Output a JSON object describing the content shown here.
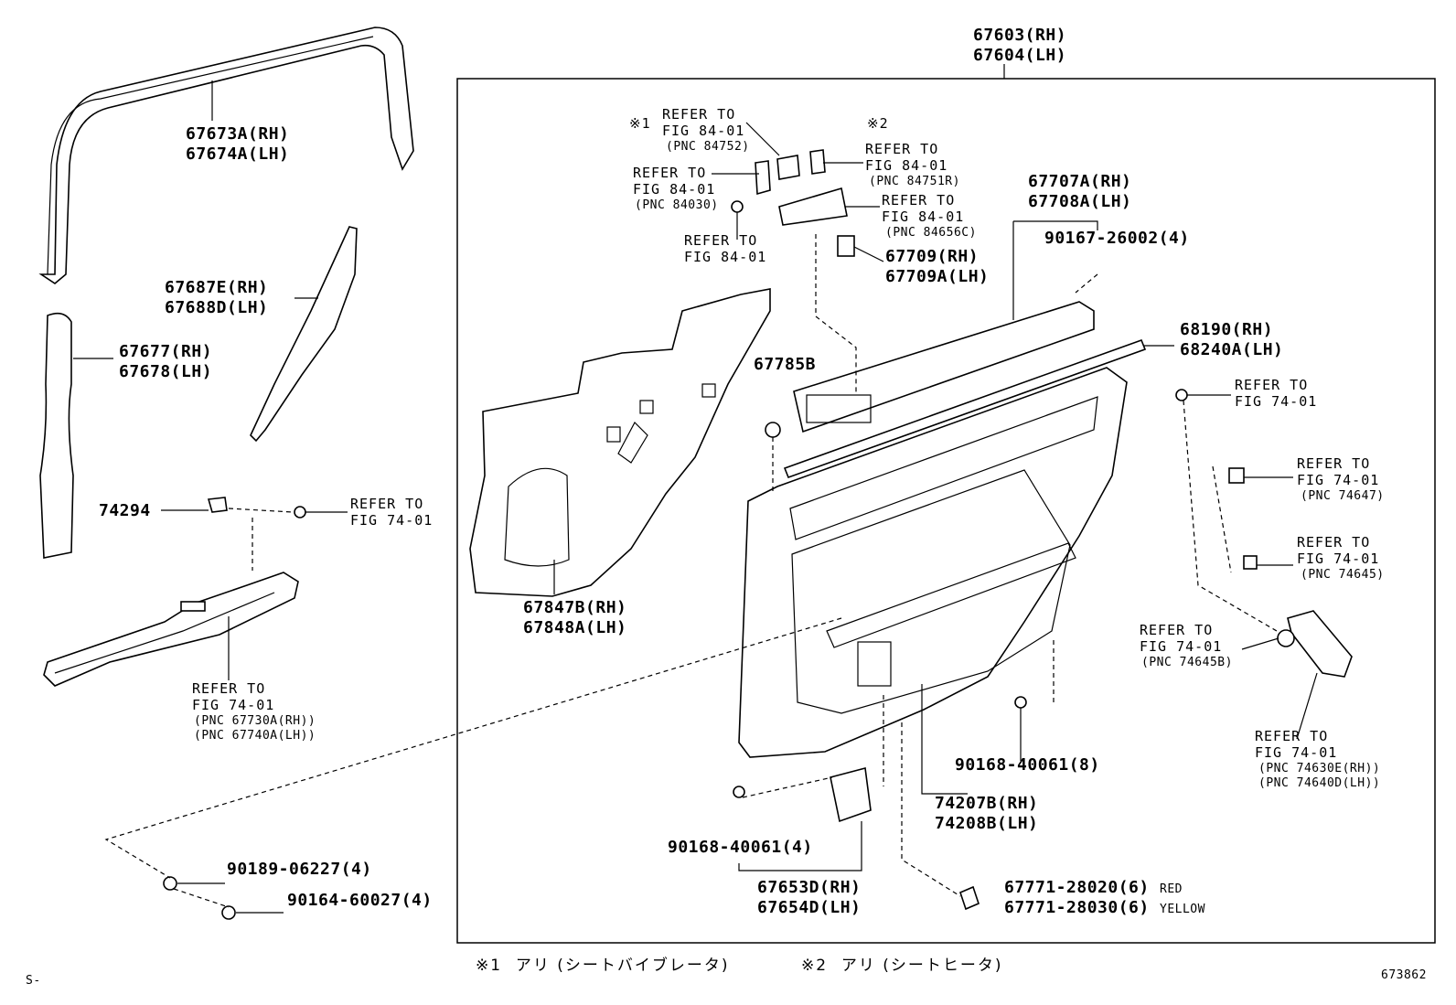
{
  "header": {
    "rh": "67603(RH)",
    "lh": "67604(LH)"
  },
  "parts": {
    "weatherstrip_rh": "67673A(RH)",
    "weatherstrip_lh": "67674A(LH)",
    "garnish_rh": "67687E(RH)",
    "garnish_lh": "67688D(LH)",
    "weatherstrip2_rh": "67677(RH)",
    "weatherstrip2_lh": "67678(LH)",
    "p74294": "74294",
    "cover_rh": "67847B(RH)",
    "cover_lh": "67848A(LH)",
    "p67785b": "67785B",
    "upper_rh": "67707A(RH)",
    "upper_lh": "67708A(LH)",
    "screw_26002": "90167-26002(4)",
    "switch_rh": "67709(RH)",
    "switch_lh": "67709A(LH)",
    "belt_rh": "68190(RH)",
    "belt_lh": "68240A(LH)",
    "clip_40061_8": "90168-40061(8)",
    "pocket_rh": "74207B(RH)",
    "pocket_lh": "74208B(LH)",
    "clip_40061_4": "90168-40061(4)",
    "lamp_rh": "67653D(RH)",
    "lamp_lh": "67654D(LH)",
    "clip_28020": "67771-28020(6)",
    "clip_28020_color": "RED",
    "clip_28030": "67771-28030(6)",
    "clip_28030_color": "YELLOW",
    "screw_06227": "90189-06227(4)",
    "screw_60027": "90164-60027(4)"
  },
  "refs": {
    "r1": {
      "mark": "※1",
      "l1": "REFER TO",
      "l2": "FIG 84-01",
      "l3": "(PNC 84752)"
    },
    "r2": {
      "mark": "※2",
      "l1": "REFER TO",
      "l2": "FIG 84-01",
      "l3": "(PNC 84751R)"
    },
    "r3": {
      "l1": "REFER TO",
      "l2": "FIG 84-01",
      "l3": "(PNC 84030)"
    },
    "r4": {
      "l1": "REFER TO",
      "l2": "FIG 84-01",
      "l3": "(PNC 84656C)"
    },
    "r5": {
      "l1": "REFER TO",
      "l2": "FIG 84-01"
    },
    "r6": {
      "l1": "REFER TO",
      "l2": "FIG 74-01"
    },
    "r7": {
      "l1": "REFER TO",
      "l2": "FIG 74-01",
      "l3": "(PNC 67730A(RH))",
      "l4": "(PNC 67740A(LH))"
    },
    "r8": {
      "l1": "REFER TO",
      "l2": "FIG 74-01"
    },
    "r9": {
      "l1": "REFER TO",
      "l2": "FIG 74-01",
      "l3": "(PNC 74647)"
    },
    "r10": {
      "l1": "REFER TO",
      "l2": "FIG 74-01",
      "l3": "(PNC 74645)"
    },
    "r11": {
      "l1": "REFER TO",
      "l2": "FIG 74-01",
      "l3": "(PNC 74645B)"
    },
    "r12": {
      "l1": "REFER TO",
      "l2": "FIG 74-01",
      "l3": "(PNC 74630E(RH))",
      "l4": "(PNC 74640D(LH))"
    }
  },
  "footer": {
    "note1": "※1  アリ (シートバイブレータ)",
    "note2": "※2  アリ (シートヒータ)",
    "left_code": "S-",
    "diagram_id": "673862"
  }
}
